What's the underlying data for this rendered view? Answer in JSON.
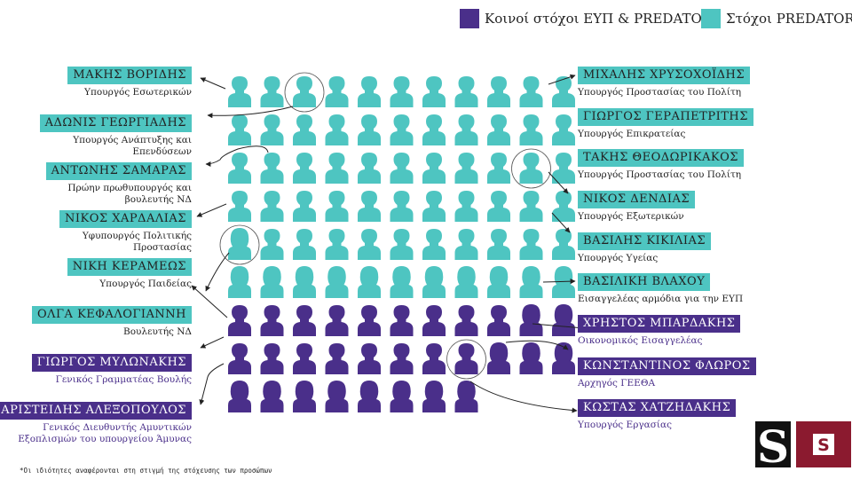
{
  "legend": [
    {
      "label": "Κοινοί στόχοι ΕΥΠ & PREDATOR",
      "color": "#4a2f8a"
    },
    {
      "label": "Στόχοι  PREDATOR",
      "color": "#4ec5c1"
    }
  ],
  "colors": {
    "teal": "#4ec5c1",
    "purple": "#4a2f8a",
    "logo_dark": "#111111",
    "logo_red": "#8b1a2f"
  },
  "icon_rows": [
    {
      "count": 11,
      "group": "predator"
    },
    {
      "count": 11,
      "group": "predator"
    },
    {
      "count": 11,
      "group": "predator"
    },
    {
      "count": 11,
      "group": "predator"
    },
    {
      "count": 11,
      "group": "predator"
    },
    {
      "count": 11,
      "group": "predator"
    },
    {
      "count": 11,
      "group": "common"
    },
    {
      "count": 11,
      "group": "common"
    },
    {
      "count": 8,
      "group": "common"
    }
  ],
  "left_people": [
    {
      "name": "ΜΑΚΗΣ ΒΟΡΙΔΗΣ",
      "role": "Υπουργός Εσωτερικών",
      "group": "predator"
    },
    {
      "name": "ΑΔΩΝΙΣ ΓΕΩΡΓΙΑΔΗΣ",
      "role": "Υπουργός Ανάπτυξης και Επενδύσεων",
      "group": "predator"
    },
    {
      "name": "ΑΝΤΩΝΗΣ ΣΑΜΑΡΑΣ",
      "role": "Πρώην πρωθυπουργός και βουλευτής ΝΔ",
      "group": "predator"
    },
    {
      "name": "ΝΙΚΟΣ ΧΑΡΔΑΛΙΑΣ",
      "role": "Υφυπουργός Πολιτικής Προστασίας",
      "group": "predator"
    },
    {
      "name": "ΝΙΚΗ ΚΕΡΑΜΕΩΣ",
      "role": "Υπουργός Παιδείας",
      "group": "predator"
    },
    {
      "name": "ΟΛΓΑ ΚΕΦΑΛΟΓΙΑΝΝΗ",
      "role": "Βουλευτής ΝΔ",
      "group": "predator"
    },
    {
      "name": "ΓΙΩΡΓΟΣ ΜΥΛΩΝΑΚΗΣ",
      "role": "Γενικός Γραμματέας Βουλής",
      "group": "common"
    },
    {
      "name": "ΑΡΙΣΤΕΙΔΗΣ ΑΛΕΞΟΠΟΥΛΟΣ",
      "role": "Γενικός Διευθυντής Αμυντικών Εξοπλισμών του υπουργείου Άμυνας",
      "group": "common"
    }
  ],
  "right_people": [
    {
      "name": "ΜΙΧΑΛΗΣ ΧΡΥΣΟΧΟΪΔΗΣ",
      "role": "Υπουργός Προστασίας του Πολίτη",
      "group": "predator"
    },
    {
      "name": "ΓΙΩΡΓΟΣ ΓΕΡΑΠΕΤΡΙΤΗΣ",
      "role": "Υπουργός Επικρατείας",
      "group": "predator"
    },
    {
      "name": "ΤΑΚΗΣ ΘΕΟΔΩΡΙΚΑΚΟΣ",
      "role": "Υπουργός Προστασίας του Πολίτη",
      "group": "predator"
    },
    {
      "name": "ΝΙΚΟΣ ΔΕΝΔΙΑΣ",
      "role": "Υπουργός Εξωτερικών",
      "group": "predator"
    },
    {
      "name": "ΒΑΣΙΛΗΣ ΚΙΚΙΛΙΑΣ",
      "role": "Υπουργός Υγείας",
      "group": "predator"
    },
    {
      "name": "ΒΑΣΙΛΙΚΗ ΒΛΑΧΟΥ",
      "role": "Εισαγγελέας αρμόδια για την ΕΥΠ",
      "group": "predator"
    },
    {
      "name": "ΧΡΗΣΤΟΣ ΜΠΑΡΔΑΚΗΣ",
      "role": "Οικονομικός Εισαγγελέας",
      "group": "common"
    },
    {
      "name": "ΚΩΝΣΤΑΝΤΙΝΟΣ ΦΛΩΡΟΣ",
      "role": "Αρχηγός ΓΕΕΘΑ",
      "group": "common"
    },
    {
      "name": "ΚΩΣΤΑΣ ΧΑΤΖΗΔΑΚΗΣ",
      "role": "Υπουργός Εργασίας",
      "group": "common"
    }
  ],
  "footnote": "*Οι ιδιότητες αναφέρονται στη στιγμή της στόχευσης των προσώπων",
  "logo_letter": "S",
  "logo_letter_small": "S"
}
